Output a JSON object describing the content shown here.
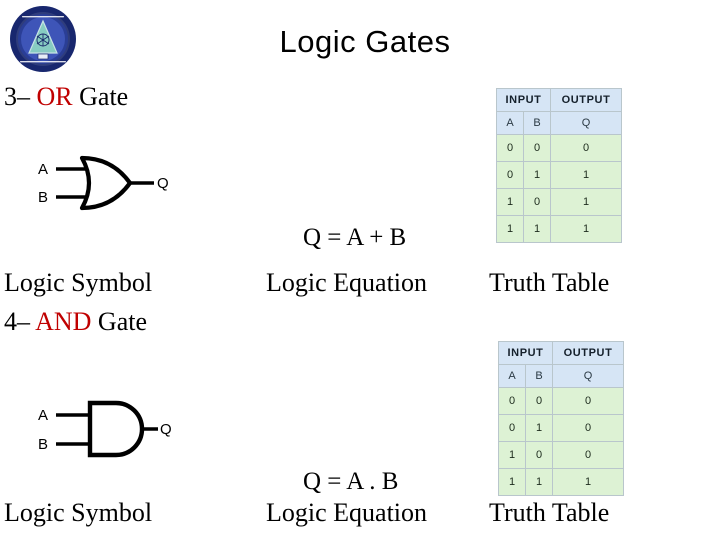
{
  "slide": {
    "title": "Logic Gates",
    "background_color": "#ffffff",
    "accent_red": "#c00000",
    "table_header_color": "#d6e5f5",
    "table_body_color": "#ddf2d4"
  },
  "logo": {
    "name": "university-seal-logo",
    "ring_color": "#1a2f7a",
    "inner_color": "#3b57b5"
  },
  "sections": [
    {
      "id": "or",
      "number": "3– ",
      "gate_name": "OR",
      "suffix": " Gate",
      "symbol": {
        "type": "or-gate-symbol",
        "input_a": "A",
        "input_b": "B",
        "output": "Q"
      },
      "equation": "Q = A + B",
      "captions": {
        "symbol": "Logic Symbol",
        "equation": "Logic Equation",
        "truth": "Truth Table"
      },
      "truth_table": {
        "group_headers": [
          "INPUT",
          "OUTPUT"
        ],
        "columns": [
          "A",
          "B",
          "Q"
        ],
        "rows": [
          [
            "0",
            "0",
            "0"
          ],
          [
            "0",
            "1",
            "1"
          ],
          [
            "1",
            "0",
            "1"
          ],
          [
            "1",
            "1",
            "1"
          ]
        ]
      }
    },
    {
      "id": "and",
      "number": "4– ",
      "gate_name": "AND",
      "suffix": " Gate",
      "symbol": {
        "type": "and-gate-symbol",
        "input_a": "A",
        "input_b": "B",
        "output": "Q"
      },
      "equation": "Q = A . B",
      "captions": {
        "symbol": "Logic Symbol",
        "equation": "Logic Equation",
        "truth": "Truth Table"
      },
      "truth_table": {
        "group_headers": [
          "INPUT",
          "OUTPUT"
        ],
        "columns": [
          "A",
          "B",
          "Q"
        ],
        "rows": [
          [
            "0",
            "0",
            "0"
          ],
          [
            "0",
            "1",
            "0"
          ],
          [
            "1",
            "0",
            "0"
          ],
          [
            "1",
            "1",
            "1"
          ]
        ]
      }
    }
  ]
}
